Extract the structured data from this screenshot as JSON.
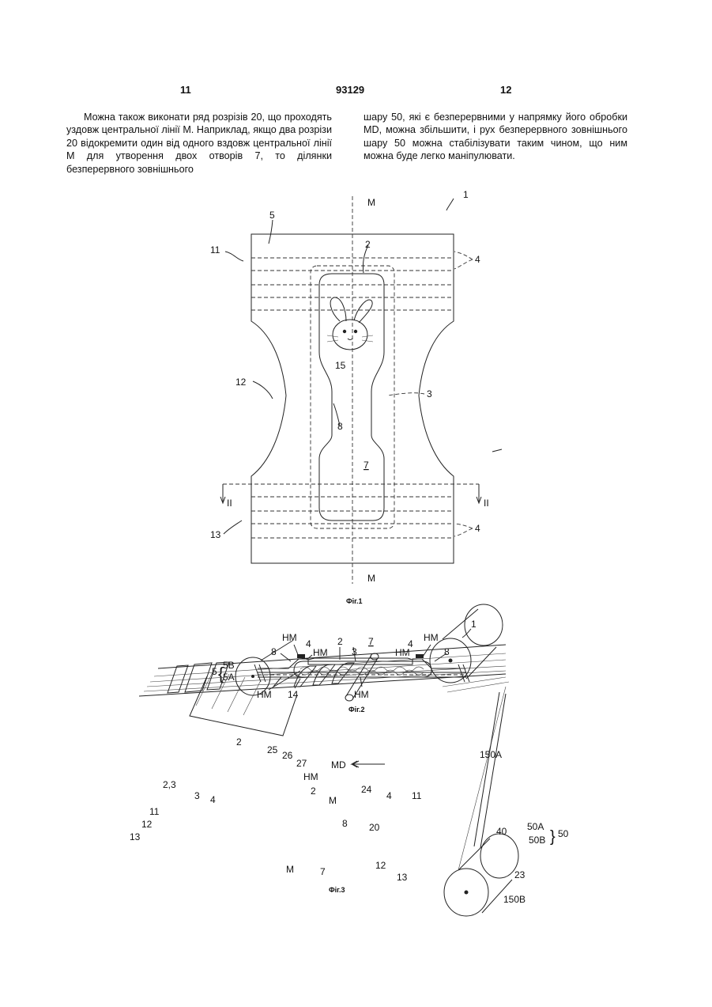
{
  "header": {
    "page_left": "11",
    "patent_number": "93129",
    "page_right": "12"
  },
  "text": {
    "left_column": "Можна також виконати ряд розрізів 20, що проходять уздовж центральної лінії M. Наприклад, якщо два розрізи 20 відокремити один від одного вздовж центральної лінії M для утворення двох отворів 7, то ділянки безперервного зовнішнього",
    "right_column": "шару 50, які є безперервними у напрямку його обробки MD, можна збільшити, і рух безперервного зовнішнього шару 50 можна стабілізувати таким чином, що ним можна буде легко маніпулювати."
  },
  "figures": {
    "fig1": {
      "caption": "Фіг.1",
      "labels": {
        "ref1": "1",
        "m_top": "M",
        "m_bottom": "M",
        "l5": "5",
        "l11": "11",
        "l2": "2",
        "l4a": "4",
        "l4b": "4",
        "l15": "15",
        "l12": "12",
        "l3": "3",
        "l8": "8",
        "l7": "7",
        "l13": "13",
        "sec_left": "II",
        "sec_right": "II"
      }
    },
    "fig2": {
      "caption": "Фіг.2",
      "labels": {
        "ref1": "1",
        "hm1": "HM",
        "hm2": "HM",
        "hm3": "HM",
        "hm4": "HM",
        "hm5": "HM",
        "hm6": "HM",
        "l4a": "4",
        "l4b": "4",
        "l2": "2",
        "l3": "3",
        "l7": "7",
        "l8a": "8",
        "l8b": "8",
        "l5b": "5B",
        "l5a": "5A",
        "l5": "5",
        "l14": "14"
      }
    },
    "fig3": {
      "caption": "Фіг.3",
      "labels": {
        "l2a": "2",
        "l25": "25",
        "l26": "26",
        "l27": "27",
        "hm": "HM",
        "l2b": "2",
        "md": "MD",
        "l150a": "150A",
        "l23a": "2,3",
        "l3": "3",
        "l4a": "4",
        "l11a": "11",
        "l12a": "12",
        "l13a": "13",
        "lm1": "M",
        "l8": "8",
        "l24": "24",
        "l4b": "4",
        "l11b": "11",
        "l20": "20",
        "l40": "40",
        "l50a": "50A",
        "l50b": "50B",
        "l50": "50",
        "lm2": "M",
        "l7": "7",
        "l12b": "12",
        "l13b": "13",
        "l23": "23",
        "l150b": "150B"
      }
    }
  }
}
